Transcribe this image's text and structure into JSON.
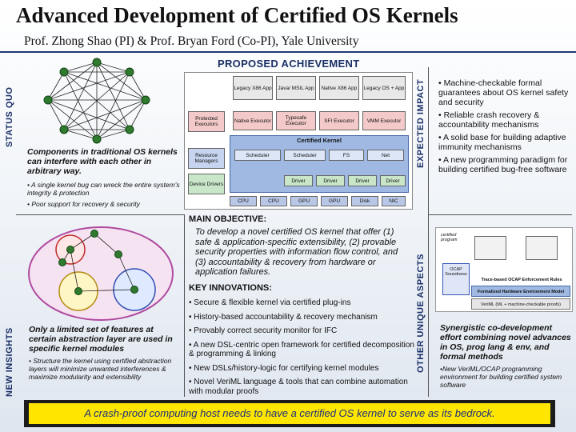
{
  "header": {
    "title": "Advanced Development of Certified OS Kernels",
    "subtitle": "Prof. Zhong Shao (PI) & Prof. Bryan Ford (Co-PI), Yale University"
  },
  "sections": {
    "status_quo": "STATUS QUO",
    "proposed": "PROPOSED ACHIEVEMENT",
    "expected_impact": "EXPECTED IMPACT",
    "other_unique": "OTHER UNIQUE ASPECTS",
    "new_insights": "NEW INSIGHTS"
  },
  "status_quo": {
    "caption": "Components in traditional OS kernels can interfere with each other in arbitrary way.",
    "bullets": [
      "• A single kernel bug can wreck the entire system's integrity & protection",
      "• Poor support for recovery & security"
    ]
  },
  "new_insights": {
    "caption": "Only a limited set of features at certain abstraction layer are used in specific kernel modules",
    "bullet": "• Structure the kernel using certified abstraction layers will minimize unwanted interferences & maximize modularity and extensibility"
  },
  "kernel_diagram": {
    "top_apps": [
      "Legacy X86 App",
      "Java/ MSIL App",
      "Native X86 App",
      "Legacy OS + App"
    ],
    "left_col": [
      "Protected Executors",
      "Resource Managers",
      "Device Drivers"
    ],
    "executors": [
      "Native Executor",
      "Typesafe Executor",
      "SFI Executor",
      "VMM Executor"
    ],
    "kernel_label": "Certified Kernel",
    "managers": [
      "Scheduler",
      "Scheduler",
      "FS",
      "Net"
    ],
    "drivers": [
      "Driver",
      "Driver",
      "Driver",
      "Driver"
    ],
    "hardware": [
      "CPU",
      "CPU",
      "GPU",
      "GPU",
      "Disk",
      "NIC"
    ]
  },
  "main_objective": {
    "heading": "MAIN OBJECTIVE:",
    "text": "To develop a novel certified OS kernel that offer (1) safe & application-specific extensibility, (2) provable security properties with information flow control, and (3) accountability & recovery from hardware or application failures.",
    "innovations_heading": "KEY INNOVATIONS:",
    "innovations": [
      "• Secure & flexible kernel via certified plug-ins",
      "• History-based accountability & recovery mechanism",
      "• Provably correct security monitor for IFC",
      "• A new DSL-centric open framework for certified decomposition & programming & linking",
      "• New DSLs/history-logic for certifying kernel modules",
      "• Novel VeriML language & tools that can combine automation with modular proofs"
    ]
  },
  "expected_impact": [
    "• Machine-checkable formal guarantees about OS kernel safety and security",
    "• Reliable crash recovery & accountability mechanisms",
    "• A solid base for building adaptive immunity mechanisms",
    "• A new programming paradigm for building certified bug-free software"
  ],
  "other_unique": {
    "diagram_labels": {
      "toolkit": "Trace-based OCAP Enforcement Rules",
      "model": "Formalized Hardware Environment Model",
      "veriml": "VeriML (ML + machine-checkable proofs)",
      "ocap": "OCAP Soundness",
      "certified_program": "certified program"
    },
    "caption": "Synergistic co-development effort combining novel advances in OS, prog lang & env, and formal methods",
    "bullet": "•New VeriML/OCAP programming environment for building certified system software"
  },
  "footer": "A crash-proof computing host needs to have a certified OS kernel to serve as its bedrock.",
  "colors": {
    "footer_bg": "#ffe600",
    "footer_text": "#1a2d80",
    "section_label": "#1a2f66",
    "exec_pink": "#f4c9c9",
    "kernel_blue": "#9fb9e3"
  }
}
